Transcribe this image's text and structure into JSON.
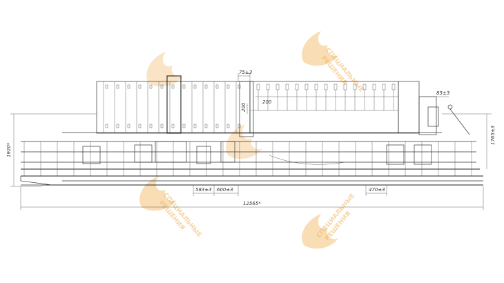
{
  "dimensions": {
    "top_75": "75±3",
    "top_85": "85±3",
    "left_height": "1920*",
    "right_height": "1765±3",
    "inner_200_h": "200",
    "inner_200_v": "200",
    "bottom_583": "583±3",
    "bottom_600": "600±3",
    "bottom_470": "470±3",
    "overall_length": "12565*"
  },
  "watermark": {
    "line1": "СПЕЦИАЛЬНЫЕ",
    "line2": "РЕШЕНИЯ",
    "color": "#f0b35a"
  }
}
